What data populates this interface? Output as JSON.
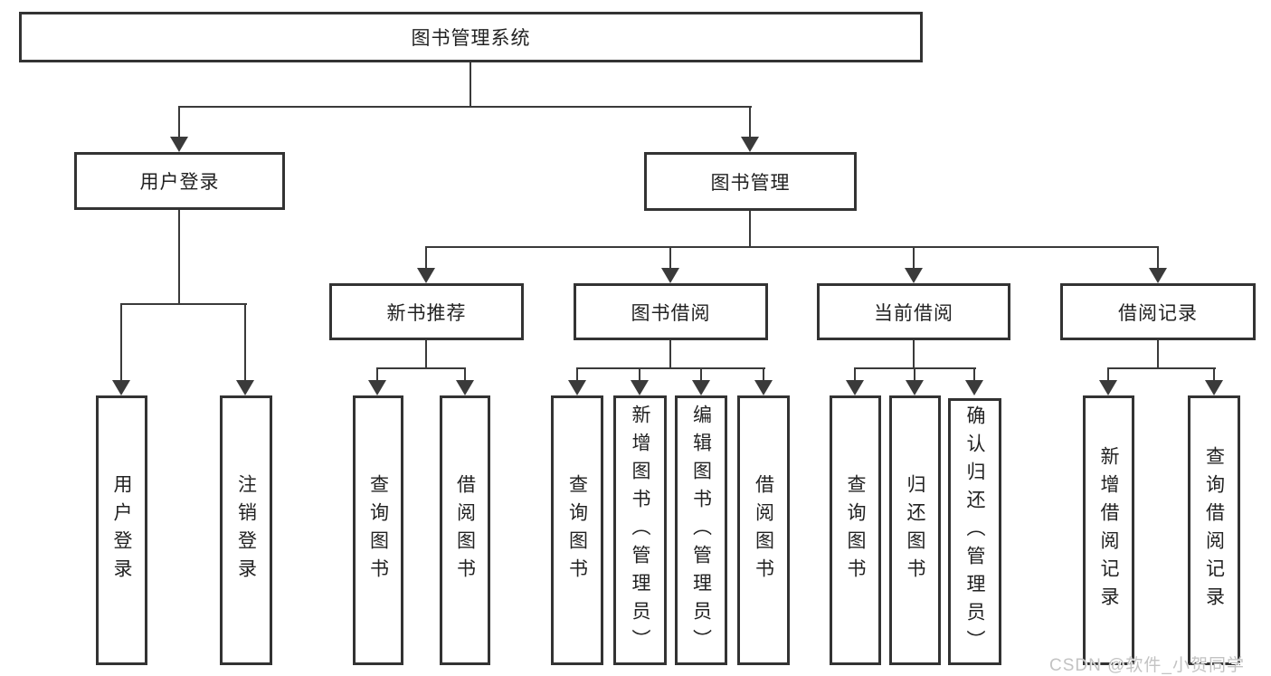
{
  "tree": {
    "root": {
      "label": "图书管理系统",
      "children": [
        {
          "label": "用户登录",
          "children": [
            {
              "label": "用户登录"
            },
            {
              "label": "注销登录"
            }
          ]
        },
        {
          "label": "图书管理",
          "children": [
            {
              "label": "新书推荐",
              "children": [
                {
                  "label": "查询图书"
                },
                {
                  "label": "借阅图书"
                }
              ]
            },
            {
              "label": "图书借阅",
              "children": [
                {
                  "label": "查询图书"
                },
                {
                  "label": "新增图书（管理员）"
                },
                {
                  "label": "编辑图书（管理员）"
                },
                {
                  "label": "借阅图书"
                }
              ]
            },
            {
              "label": "当前借阅",
              "children": [
                {
                  "label": "查询图书"
                },
                {
                  "label": "归还图书"
                },
                {
                  "label": "确认归还（管理员）"
                }
              ]
            },
            {
              "label": "借阅记录",
              "children": [
                {
                  "label": "新增借阅记录"
                },
                {
                  "label": "查询借阅记录"
                }
              ]
            }
          ]
        }
      ]
    }
  },
  "watermark": "CSDN @软件_小贺同学",
  "colors": {
    "line": "#3a3a3a",
    "box_border": "#333333",
    "box_bg": "#ffffff",
    "text": "#222222",
    "watermark": "#c3c3c3"
  }
}
